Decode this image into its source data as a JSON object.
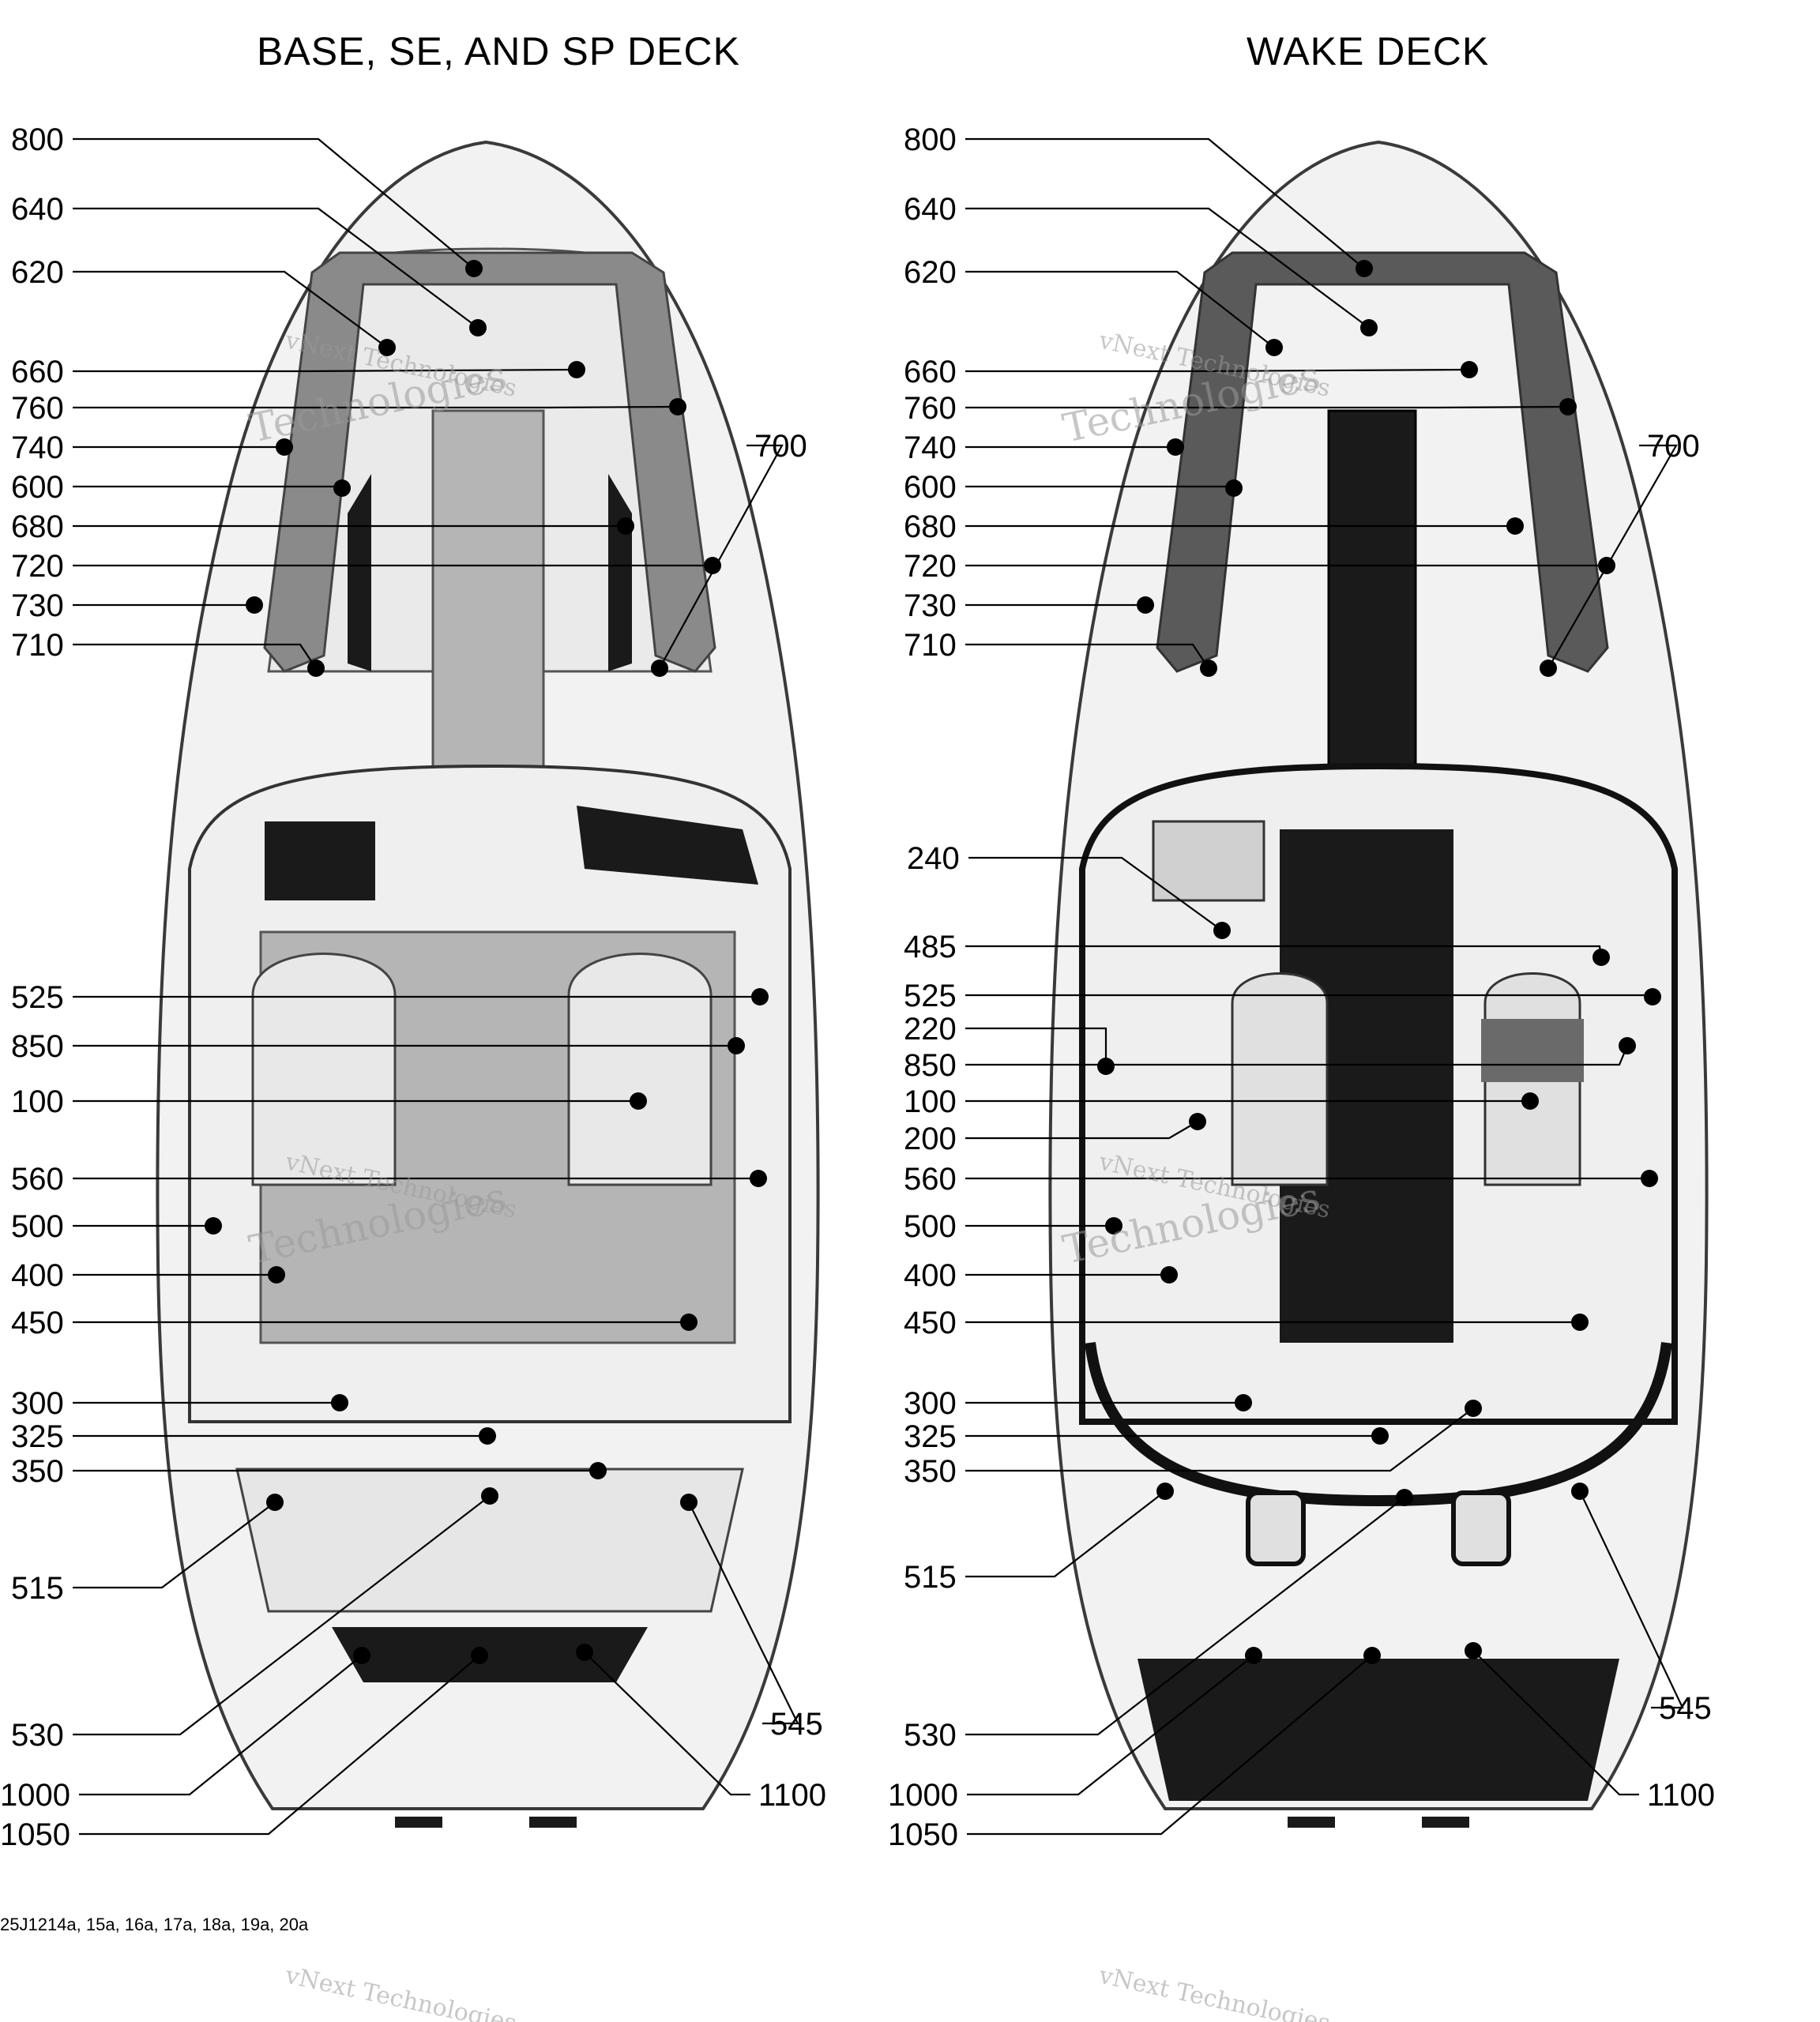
{
  "titles": {
    "left": "BASE, SE, AND SP DECK",
    "right": "WAKE DECK"
  },
  "reference": "25J1214a, 15a, 16a, 17a, 18a, 19a, 20a",
  "watermark": {
    "line1": "vNext",
    "line2": "vNext Technologies",
    "line3": "Technologies"
  },
  "callouts": {
    "left": [
      "800",
      "640",
      "620",
      "660",
      "760",
      "740",
      "600",
      "680",
      "720",
      "730",
      "710",
      "700",
      "525",
      "850",
      "100",
      "560",
      "500",
      "400",
      "450",
      "300",
      "325",
      "350",
      "515",
      "530",
      "1000",
      "1050",
      "545",
      "1100"
    ],
    "right": [
      "800",
      "640",
      "620",
      "660",
      "760",
      "740",
      "600",
      "680",
      "720",
      "730",
      "710",
      "700",
      "240",
      "485",
      "525",
      "220",
      "850",
      "100",
      "200",
      "560",
      "500",
      "400",
      "450",
      "300",
      "325",
      "350",
      "515",
      "530",
      "1000",
      "1050",
      "545",
      "1100"
    ]
  },
  "colors": {
    "hull": "#f2f2f2",
    "outline": "#3a3a3a",
    "upholstery_dark": "#8a8a8a",
    "floor": "#b5b5b5",
    "mat_black": "#1a1a1a"
  }
}
